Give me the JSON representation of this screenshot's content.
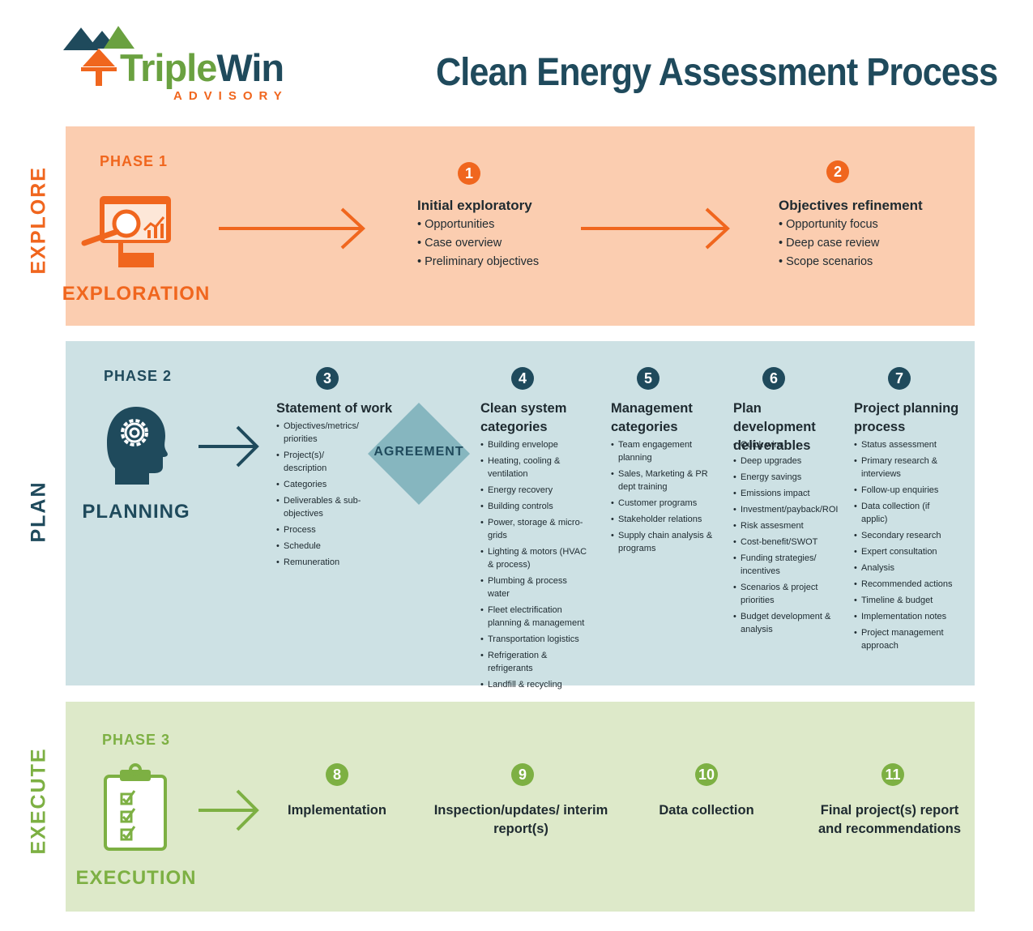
{
  "logo": {
    "word_part1": "Triple",
    "word_part2": "Win",
    "sub": "ADVISORY"
  },
  "title": "Clean Energy Assessment Process",
  "colors": {
    "orange": "#f0661e",
    "navy": "#1f4a5c",
    "green": "#7db043",
    "explore_bg": "#fbcdb0",
    "plan_bg": "#cde1e4",
    "execute_bg": "#dde9c9"
  },
  "explore": {
    "side_label": "EXPLORE",
    "phase": "PHASE 1",
    "name": "EXPLORATION",
    "icon": "presentation-magnifier-icon",
    "steps": [
      {
        "num": "1",
        "title": "Initial exploratory",
        "items": [
          "Opportunities",
          "Case overview",
          "Preliminary objectives"
        ]
      },
      {
        "num": "2",
        "title": "Objectives refinement",
        "items": [
          "Opportunity focus",
          "Deep case review",
          "Scope scenarios"
        ]
      }
    ]
  },
  "plan": {
    "side_label": "PLAN",
    "phase": "PHASE 2",
    "name": "PLANNING",
    "icon": "head-gear-icon",
    "agreement": "AGREEMENT",
    "columns": [
      {
        "num": "3",
        "title": "Statement of work",
        "items": [
          "Objectives/metrics/ priorities",
          "Project(s)/ description",
          "Categories",
          "Deliverables & sub-objectives",
          "Process",
          "Schedule",
          "Remuneration"
        ]
      },
      {
        "num": "4",
        "title": "Clean system categories",
        "items": [
          "Building envelope",
          "Heating, cooling & ventilation",
          "Energy recovery",
          "Building controls",
          "Power, storage & micro-grids",
          "Lighting & motors (HVAC & process)",
          "Plumbing & process water",
          "Fleet electrification planning & management",
          "Transportation logistics",
          "Refrigeration & refrigerants",
          "Landfill & recycling"
        ]
      },
      {
        "num": "5",
        "title": "Management categories",
        "items": [
          "Team engagement planning",
          "Sales, Marketing & PR dept training",
          "Customer programs",
          "Stakeholder relations",
          "Supply chain analysis & programs"
        ]
      },
      {
        "num": "6",
        "title": "Plan development deliverables",
        "items": [
          "Quick wins",
          "Deep upgrades",
          "Energy savings",
          "Emissions impact",
          "Investment/payback/ROI",
          "Risk assesment",
          "Cost-benefit/SWOT",
          "Funding strategies/ incentives",
          "Scenarios & project priorities",
          "Budget development & analysis"
        ]
      },
      {
        "num": "7",
        "title": "Project planning process",
        "items": [
          "Status assessment",
          "Primary research & interviews",
          "Follow-up enquiries",
          "Data collection (if applic)",
          "Secondary research",
          "Expert consultation",
          "Analysis",
          "Recommended actions",
          "Timeline & budget",
          "Implementation notes",
          "Project management approach"
        ]
      }
    ]
  },
  "execute": {
    "side_label": "EXECUTE",
    "phase": "PHASE 3",
    "name": "EXECUTION",
    "icon": "clipboard-checklist-icon",
    "steps": [
      {
        "num": "8",
        "title": "Implementation"
      },
      {
        "num": "9",
        "title": "Inspection/updates/ interim report(s)"
      },
      {
        "num": "10",
        "title": "Data collection"
      },
      {
        "num": "11",
        "title": "Final project(s) report and recommendations"
      }
    ]
  }
}
